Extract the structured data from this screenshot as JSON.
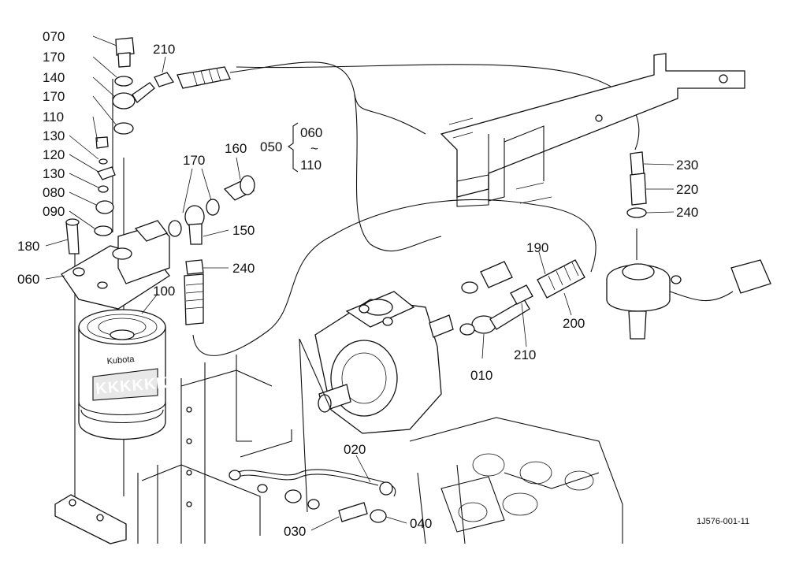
{
  "diagram": {
    "drawing_code": "1J576-001-11",
    "brand_text": "Kubota",
    "filter_band": "KKKKKK",
    "range_label": {
      "left": "050",
      "top": "060",
      "tilde": "~",
      "bottom": "110"
    },
    "callouts": [
      {
        "id": "c070",
        "text": "070"
      },
      {
        "id": "c170a",
        "text": "170"
      },
      {
        "id": "c140",
        "text": "140"
      },
      {
        "id": "c170b",
        "text": "170"
      },
      {
        "id": "c110",
        "text": "110"
      },
      {
        "id": "c130a",
        "text": "130"
      },
      {
        "id": "c120",
        "text": "120"
      },
      {
        "id": "c130b",
        "text": "130"
      },
      {
        "id": "c080",
        "text": "080"
      },
      {
        "id": "c090",
        "text": "090"
      },
      {
        "id": "c180",
        "text": "180"
      },
      {
        "id": "c060",
        "text": "060"
      },
      {
        "id": "c100",
        "text": "100"
      },
      {
        "id": "c210a",
        "text": "210"
      },
      {
        "id": "c160",
        "text": "160"
      },
      {
        "id": "c170c",
        "text": "170"
      },
      {
        "id": "c150",
        "text": "150"
      },
      {
        "id": "c240a",
        "text": "240"
      },
      {
        "id": "c190",
        "text": "190"
      },
      {
        "id": "c200",
        "text": "200"
      },
      {
        "id": "c210b",
        "text": "210"
      },
      {
        "id": "c010",
        "text": "010"
      },
      {
        "id": "c230",
        "text": "230"
      },
      {
        "id": "c220",
        "text": "220"
      },
      {
        "id": "c240b",
        "text": "240"
      },
      {
        "id": "c020",
        "text": "020"
      },
      {
        "id": "c030",
        "text": "030"
      },
      {
        "id": "c040",
        "text": "040"
      }
    ]
  }
}
